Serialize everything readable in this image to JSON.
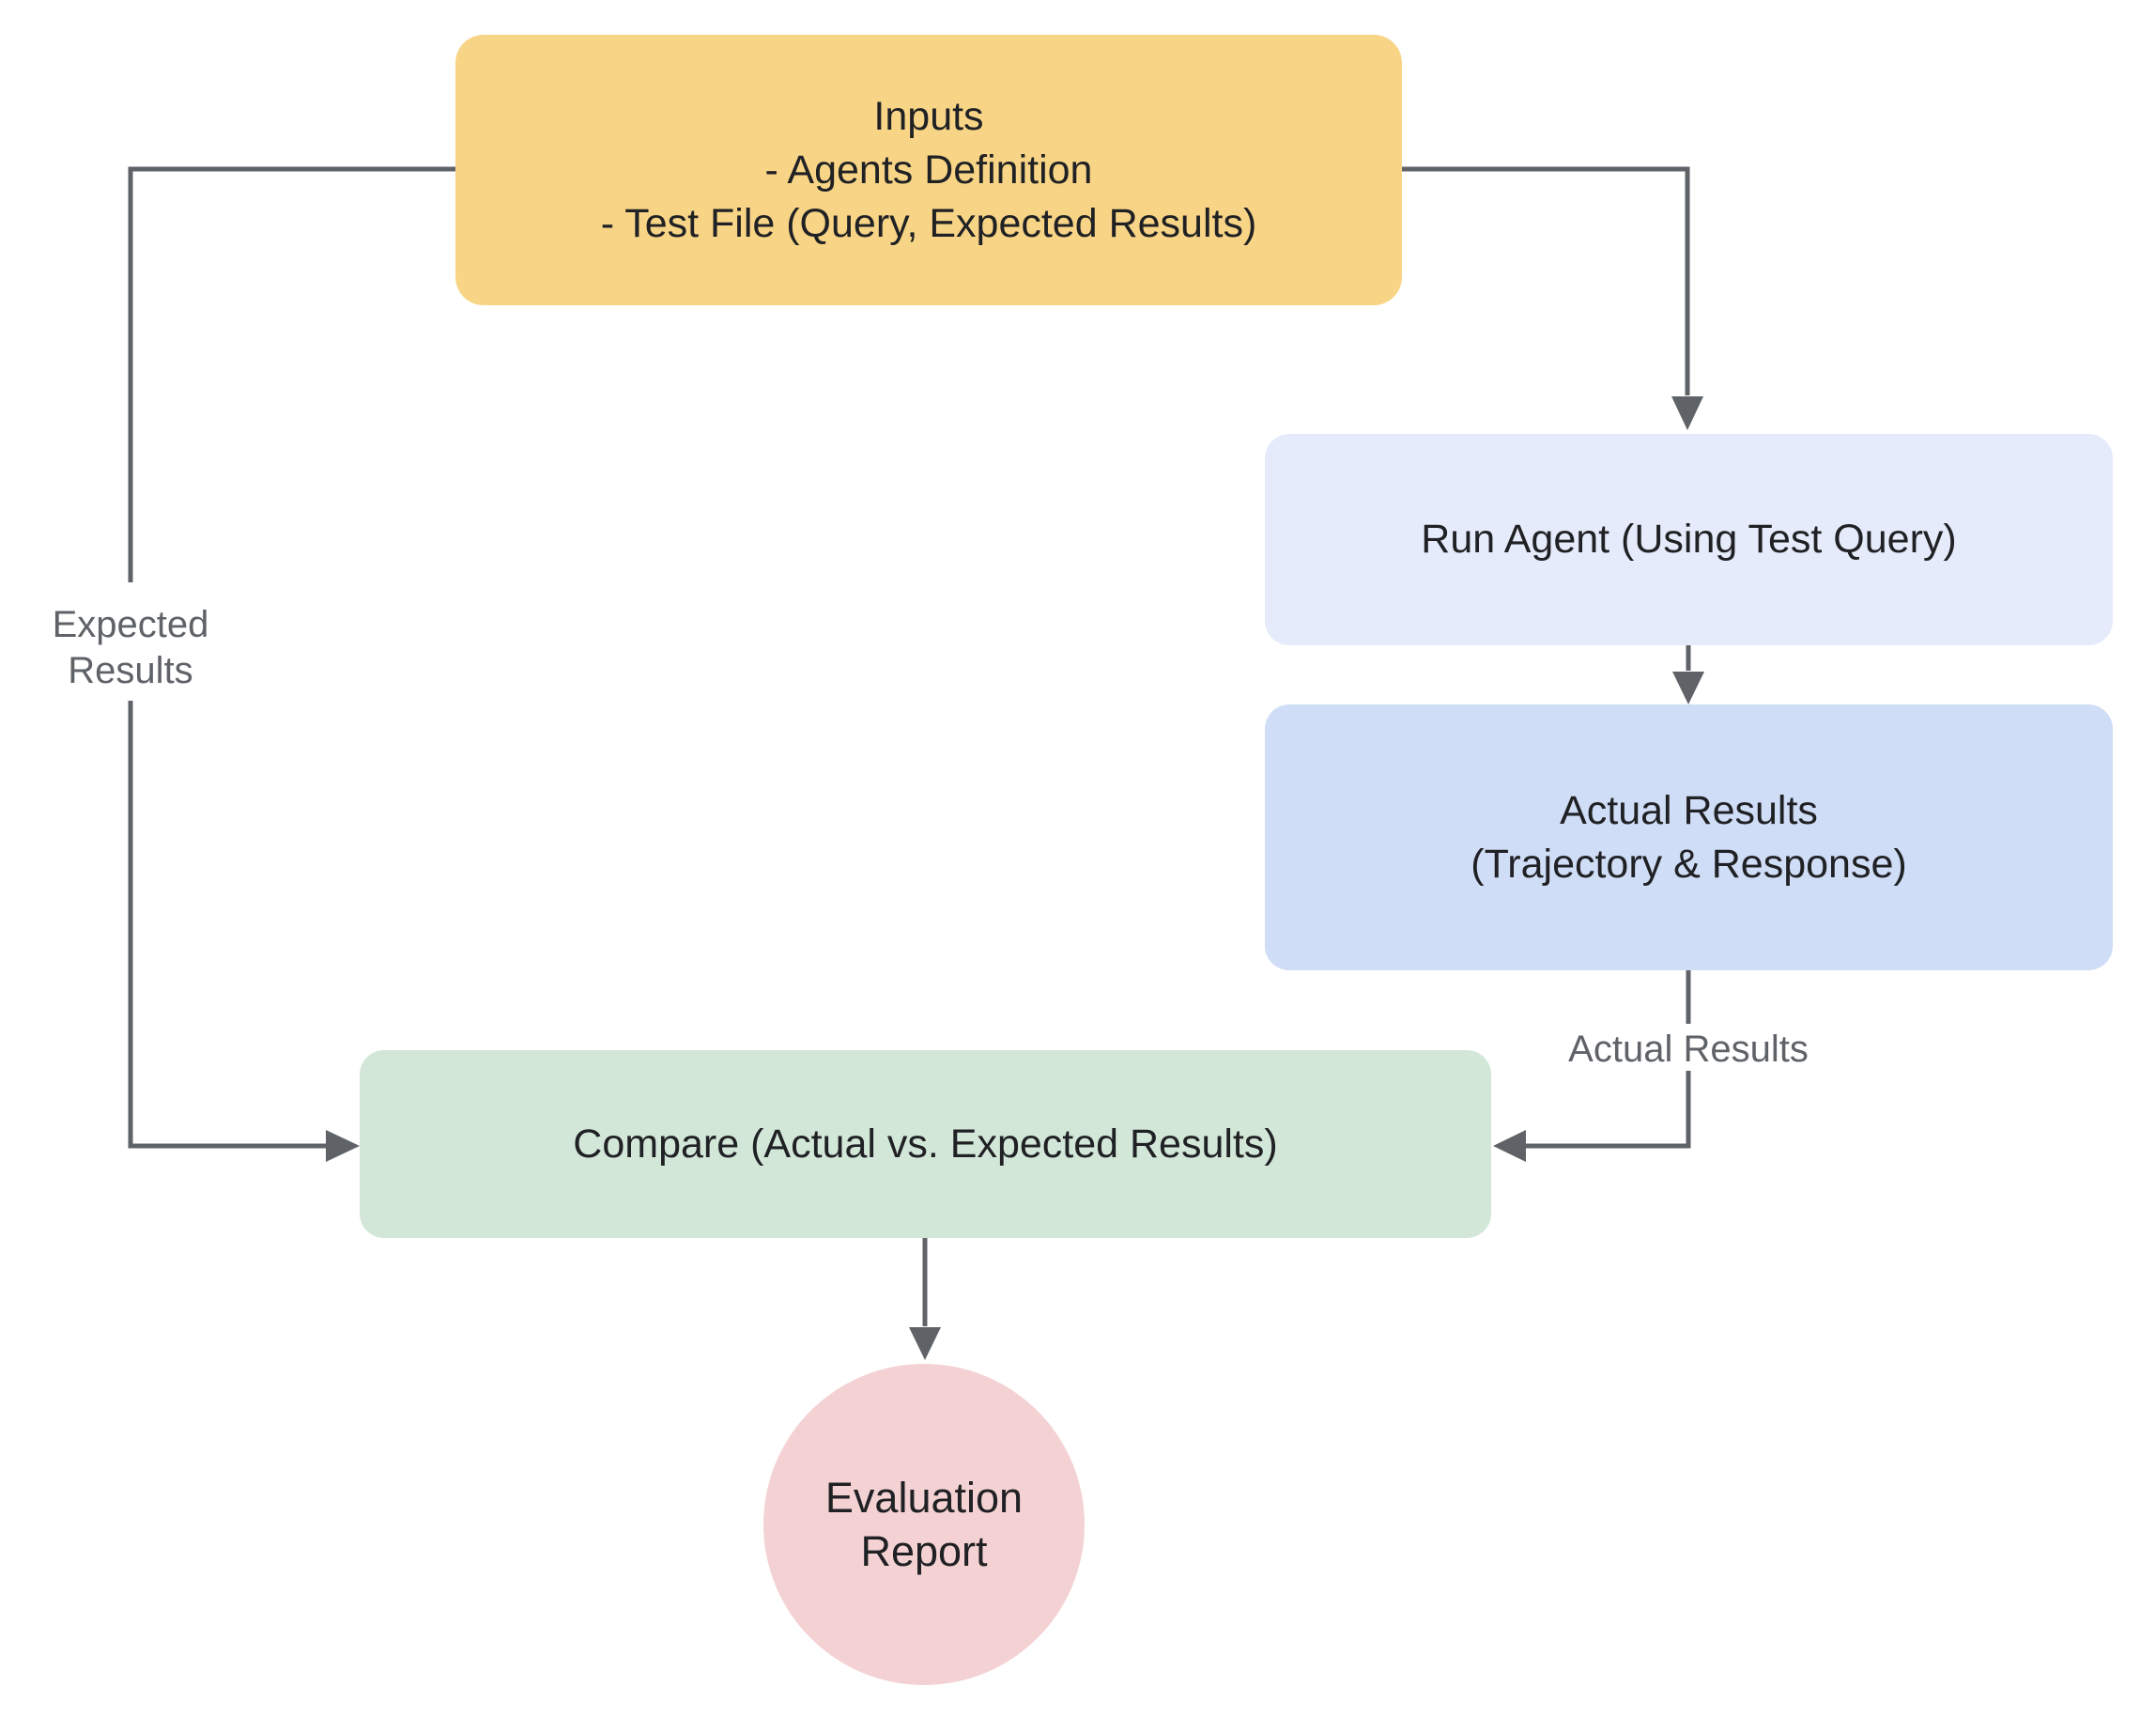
{
  "colors": {
    "background": "#FFFFFF",
    "connector": "#5F6368",
    "node_text": "#202124",
    "edge_label_text": "#5F6368",
    "inputs_fill": "#F8D586",
    "run_agent_fill": "#E6EBFB",
    "actual_results_fill": "#D0DDF6",
    "compare_fill": "#D3E7D9",
    "evaluation_report_fill": "#F4D2D3"
  },
  "nodes": {
    "inputs": {
      "lines": [
        "Inputs",
        "- Agents Definition",
        "- Test File (Query, Expected Results)"
      ]
    },
    "run_agent": {
      "label": "Run Agent (Using Test Query)"
    },
    "actual_results": {
      "lines": [
        "Actual Results",
        "(Trajectory & Response)"
      ]
    },
    "compare": {
      "label": "Compare (Actual vs. Expected Results)"
    },
    "evaluation_report": {
      "lines": [
        "Evaluation",
        "Report"
      ]
    }
  },
  "edge_labels": {
    "expected_results": {
      "lines": [
        "Expected",
        "Results"
      ]
    },
    "actual_results": {
      "label": "Actual Results"
    }
  }
}
